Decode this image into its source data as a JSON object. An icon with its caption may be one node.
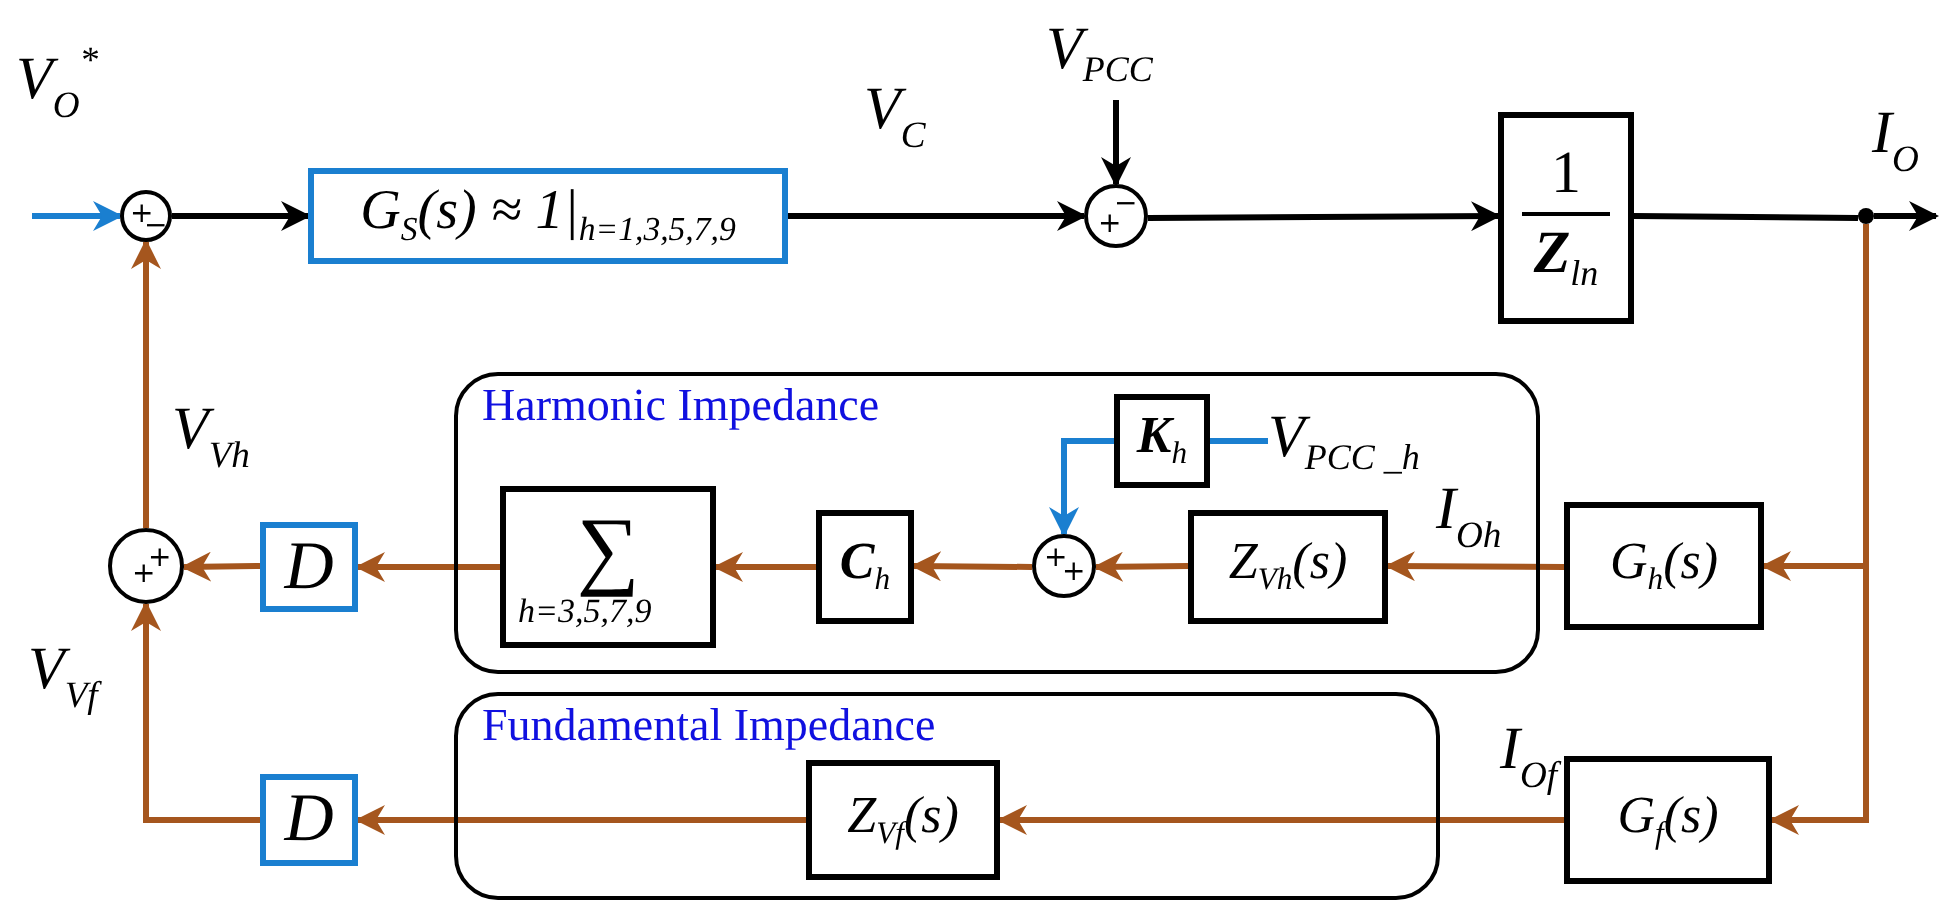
{
  "diagram": {
    "nodes": [
      {
        "text": [
          "+",
          "−"
        ],
        "beside": [
          "V$_{O}$$^{*}$"
        ]
      },
      {
        "text": [
          "G$_{S}$(s) ≈ 1|$_{h=1,3,5,7,9}$"
        ]
      },
      {
        "text": [
          "V$_{PCC}$"
        ]
      },
      {
        "text": [
          "−",
          "+"
        ]
      },
      {
        "text": [
          "1",
          "**Z**$_{ln}$"
        ]
      },
      {
        "text": [],
        "shape": "circle",
        "beside": [
          "I$_{O}$"
        ]
      },
      {
        "text": [
          "Harmonic Impedance"
        ]
      },
      {
        "text": [
          "**K**$_{h}$"
        ],
        "in": 6
      },
      {
        "text": [
          "V$_{PCC _h}$"
        ],
        "in": 6
      },
      {
        "text": [
          "∑",
          "h=3,5,7,9"
        ],
        "in": 6
      },
      {
        "text": [
          "**C**$_{h}$"
        ],
        "in": 6
      },
      {
        "text": [
          "+",
          "+"
        ],
        "in": 6
      },
      {
        "text": [
          "Z$_{Vh}$(s)"
        ],
        "in": 6
      },
      {
        "text": [
          "G$_{h}$(s)"
        ]
      },
      {
        "text": [
          "+",
          "+"
        ]
      },
      {
        "text": [
          "D"
        ]
      },
      {
        "text": [
          "Fundamental Impedance"
        ]
      },
      {
        "text": [
          "Z$_{Vf}$(s)"
        ],
        "in": 16
      },
      {
        "text": [
          "G$_{f}$(s)"
        ]
      },
      {
        "text": [
          "D"
        ]
      }
    ],
    "edges": [
      {
        "from": null,
        "to": 0,
        "arrow": "to",
        "color": "#1a7fd0"
      },
      {
        "from": 0,
        "to": 1,
        "arrow": "to",
        "color": "#000000"
      },
      {
        "from": 1,
        "to": 3,
        "arrow": "to",
        "color": "#000000"
      },
      {
        "from": 2,
        "to": 3,
        "arrow": "to",
        "color": "#000000"
      },
      {
        "from": 3,
        "to": 4,
        "arrow": "to",
        "color": "#000000"
      },
      {
        "from": 4,
        "to": 5,
        "arrow": "none",
        "color": "#000000"
      },
      {
        "from": 5,
        "to": null,
        "arrow": "to",
        "color": "#000000"
      },
      {
        "from": 5,
        "to": 13,
        "arrow": "to"
      },
      {
        "from": 5,
        "to": 18,
        "arrow": "to"
      },
      {
        "from": 13,
        "to": 12,
        "arrow": "to"
      },
      {
        "from": 12,
        "to": 11,
        "arrow": "to"
      },
      {
        "from": 8,
        "to": 7,
        "arrow": "none",
        "color": "#1a7fd0"
      },
      {
        "from": 7,
        "to": 11,
        "arrow": "to",
        "color": "#1a7fd0"
      },
      {
        "from": 11,
        "to": 10,
        "arrow": "to"
      },
      {
        "from": 10,
        "to": 9,
        "arrow": "to"
      },
      {
        "from": 9,
        "to": 15,
        "arrow": "to"
      },
      {
        "from": 15,
        "to": 14,
        "arrow": "to"
      },
      {
        "from": 18,
        "to": 17,
        "arrow": "to"
      },
      {
        "from": 17,
        "to": 19,
        "arrow": "to"
      },
      {
        "from": 19,
        "to": 14,
        "arrow": "to"
      },
      {
        "from": 14,
        "to": 0,
        "arrow": "to"
      }
    ],
    "labels": [
      "V$_{C}$",
      "V$_{Vh}$",
      "I$_{Oh}$",
      "V$_{Vf}$",
      "I$_{Of}$"
    ]
  }
}
